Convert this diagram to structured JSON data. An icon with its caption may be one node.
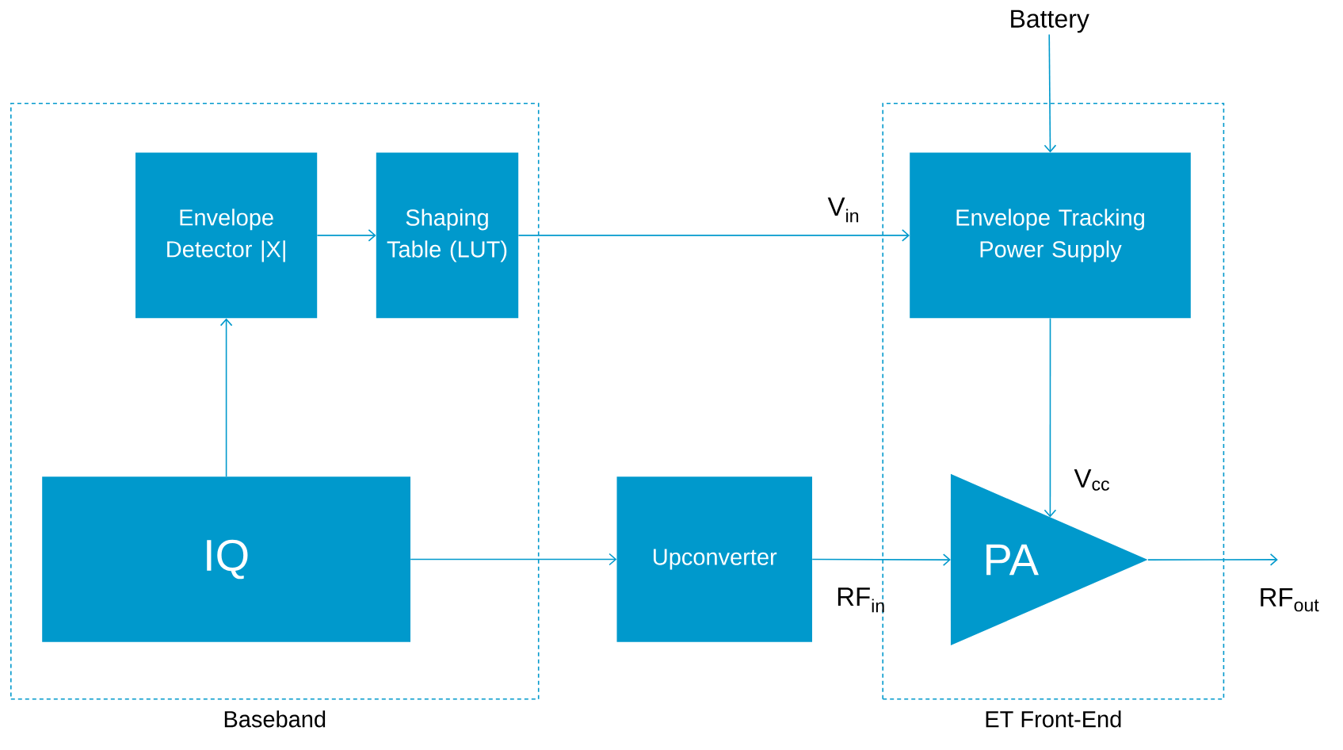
{
  "diagram": {
    "nodes": [
      {
        "text": [
          "Baseband"
        ]
      },
      {
        "text": [
          "Envelope Detector |X|"
        ],
        "in": 0
      },
      {
        "text": [
          "Shaping Table (LUT)"
        ],
        "in": 0
      },
      {
        "text": [
          "IQ"
        ],
        "in": 0
      },
      {
        "text": [
          "Upconverter"
        ]
      },
      {
        "text": [
          "ET Front-End"
        ]
      },
      {
        "text": [
          "Envelope Tracking Power Supply"
        ],
        "in": 5
      },
      {
        "text": [
          "PA"
        ],
        "in": 5
      },
      {
        "text": [
          "Battery"
        ]
      }
    ],
    "edges": [
      {
        "from": 3,
        "to": 1,
        "arrow": "to"
      },
      {
        "from": 1,
        "to": 2,
        "arrow": "to"
      },
      {
        "from": 2,
        "to": 6,
        "arrow": "to",
        "label": "V$_{in}$"
      },
      {
        "from": 8,
        "to": 6,
        "arrow": "to"
      },
      {
        "from": 6,
        "to": 7,
        "arrow": "to",
        "label": "V$_{cc}$"
      },
      {
        "from": 3,
        "to": 4,
        "arrow": "to"
      },
      {
        "from": 4,
        "to": 7,
        "arrow": "to",
        "label": "RF$_{in}$"
      },
      {
        "from": 7,
        "to": null,
        "arrow": "to",
        "label": "RF$_{out}$"
      }
    ]
  }
}
